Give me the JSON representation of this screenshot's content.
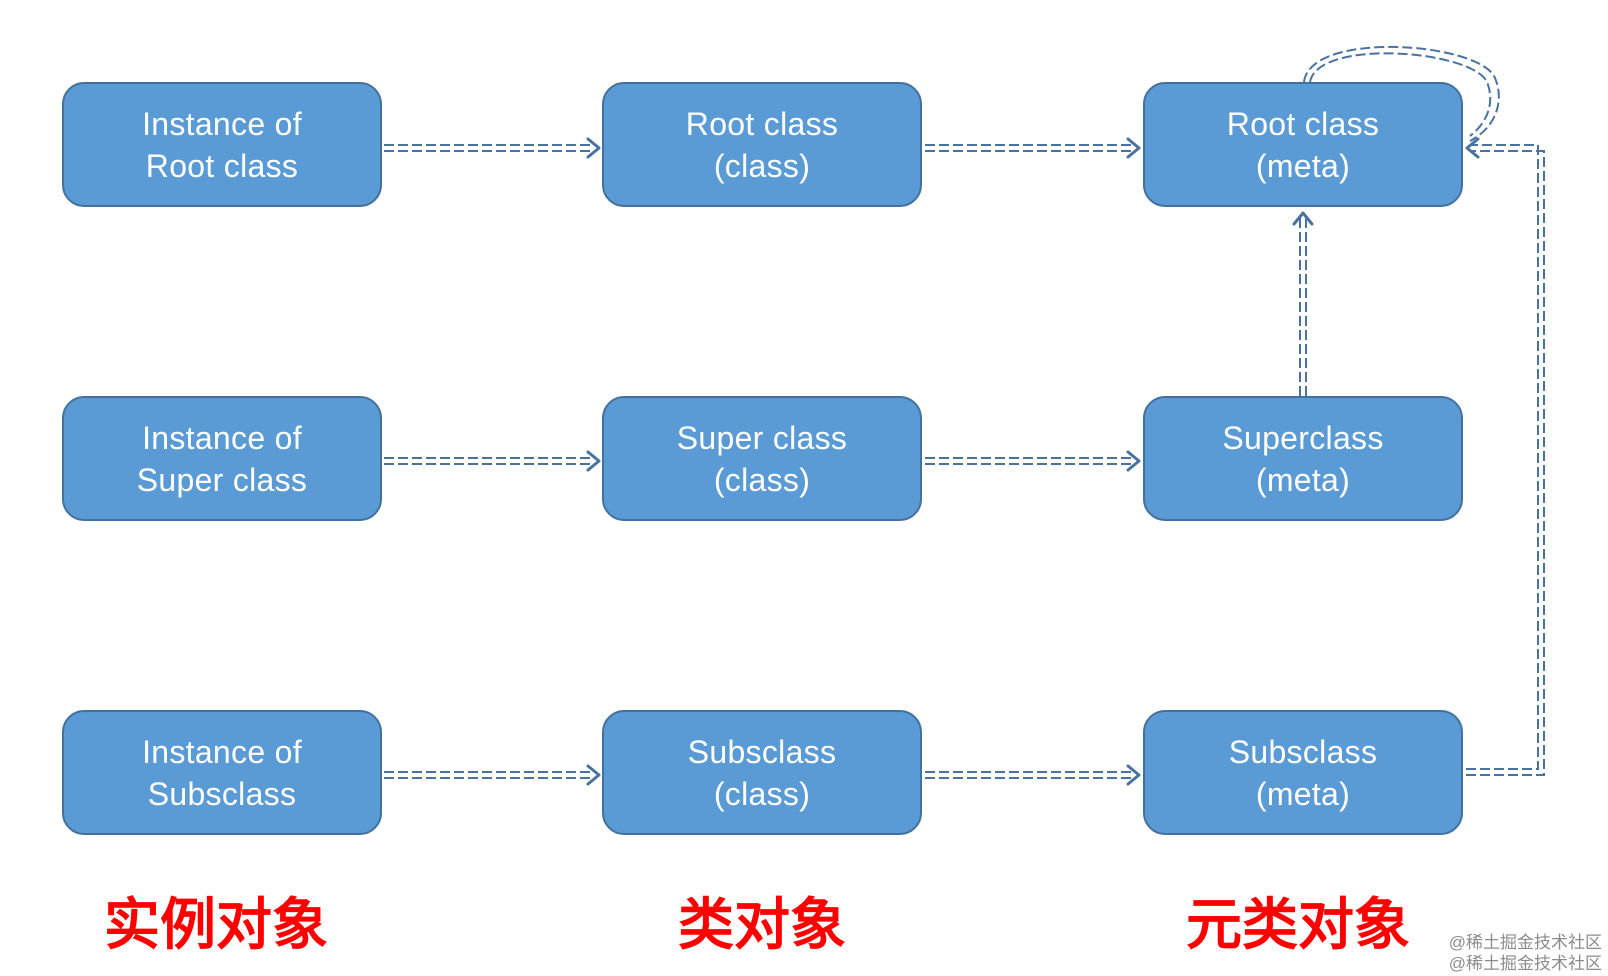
{
  "nodes": {
    "instance_root": {
      "line1": "Instance of",
      "line2": "Root class"
    },
    "class_root": {
      "line1": "Root class",
      "line2": "(class)"
    },
    "meta_root": {
      "line1": "Root class",
      "line2": "(meta)"
    },
    "instance_super": {
      "line1": "Instance of",
      "line2": "Super class"
    },
    "class_super": {
      "line1": "Super class",
      "line2": "(class)"
    },
    "meta_super": {
      "line1": "Superclass",
      "line2": "(meta)"
    },
    "instance_sub": {
      "line1": "Instance of",
      "line2": "Subsclass"
    },
    "class_sub": {
      "line1": "Subsclass",
      "line2": "(class)"
    },
    "meta_sub": {
      "line1": "Subsclass",
      "line2": "(meta)"
    }
  },
  "edges": [
    {
      "from": "instance_root",
      "to": "class_root",
      "style": "dashed"
    },
    {
      "from": "class_root",
      "to": "meta_root",
      "style": "dashed"
    },
    {
      "from": "instance_super",
      "to": "class_super",
      "style": "dashed"
    },
    {
      "from": "class_super",
      "to": "meta_super",
      "style": "dashed"
    },
    {
      "from": "instance_sub",
      "to": "class_sub",
      "style": "dashed"
    },
    {
      "from": "class_sub",
      "to": "meta_sub",
      "style": "dashed"
    },
    {
      "from": "meta_super",
      "to": "meta_root",
      "style": "dashed"
    },
    {
      "from": "meta_sub",
      "to": "meta_root",
      "style": "dashed"
    },
    {
      "from": "meta_root",
      "to": "meta_root",
      "style": "dashed"
    }
  ],
  "columns": {
    "instances": "实例对象",
    "classes": "类对象",
    "metaclasses": "元类对象"
  },
  "watermark": {
    "line1": "@稀土掘金技术社区",
    "line2": "@稀土掘金技术社区"
  },
  "colors": {
    "node_fill": "#5b9bd5",
    "node_border": "#41719c",
    "edge": "#4a72a0",
    "column_label": "#ff0000",
    "watermark": "#8c8c8c"
  }
}
